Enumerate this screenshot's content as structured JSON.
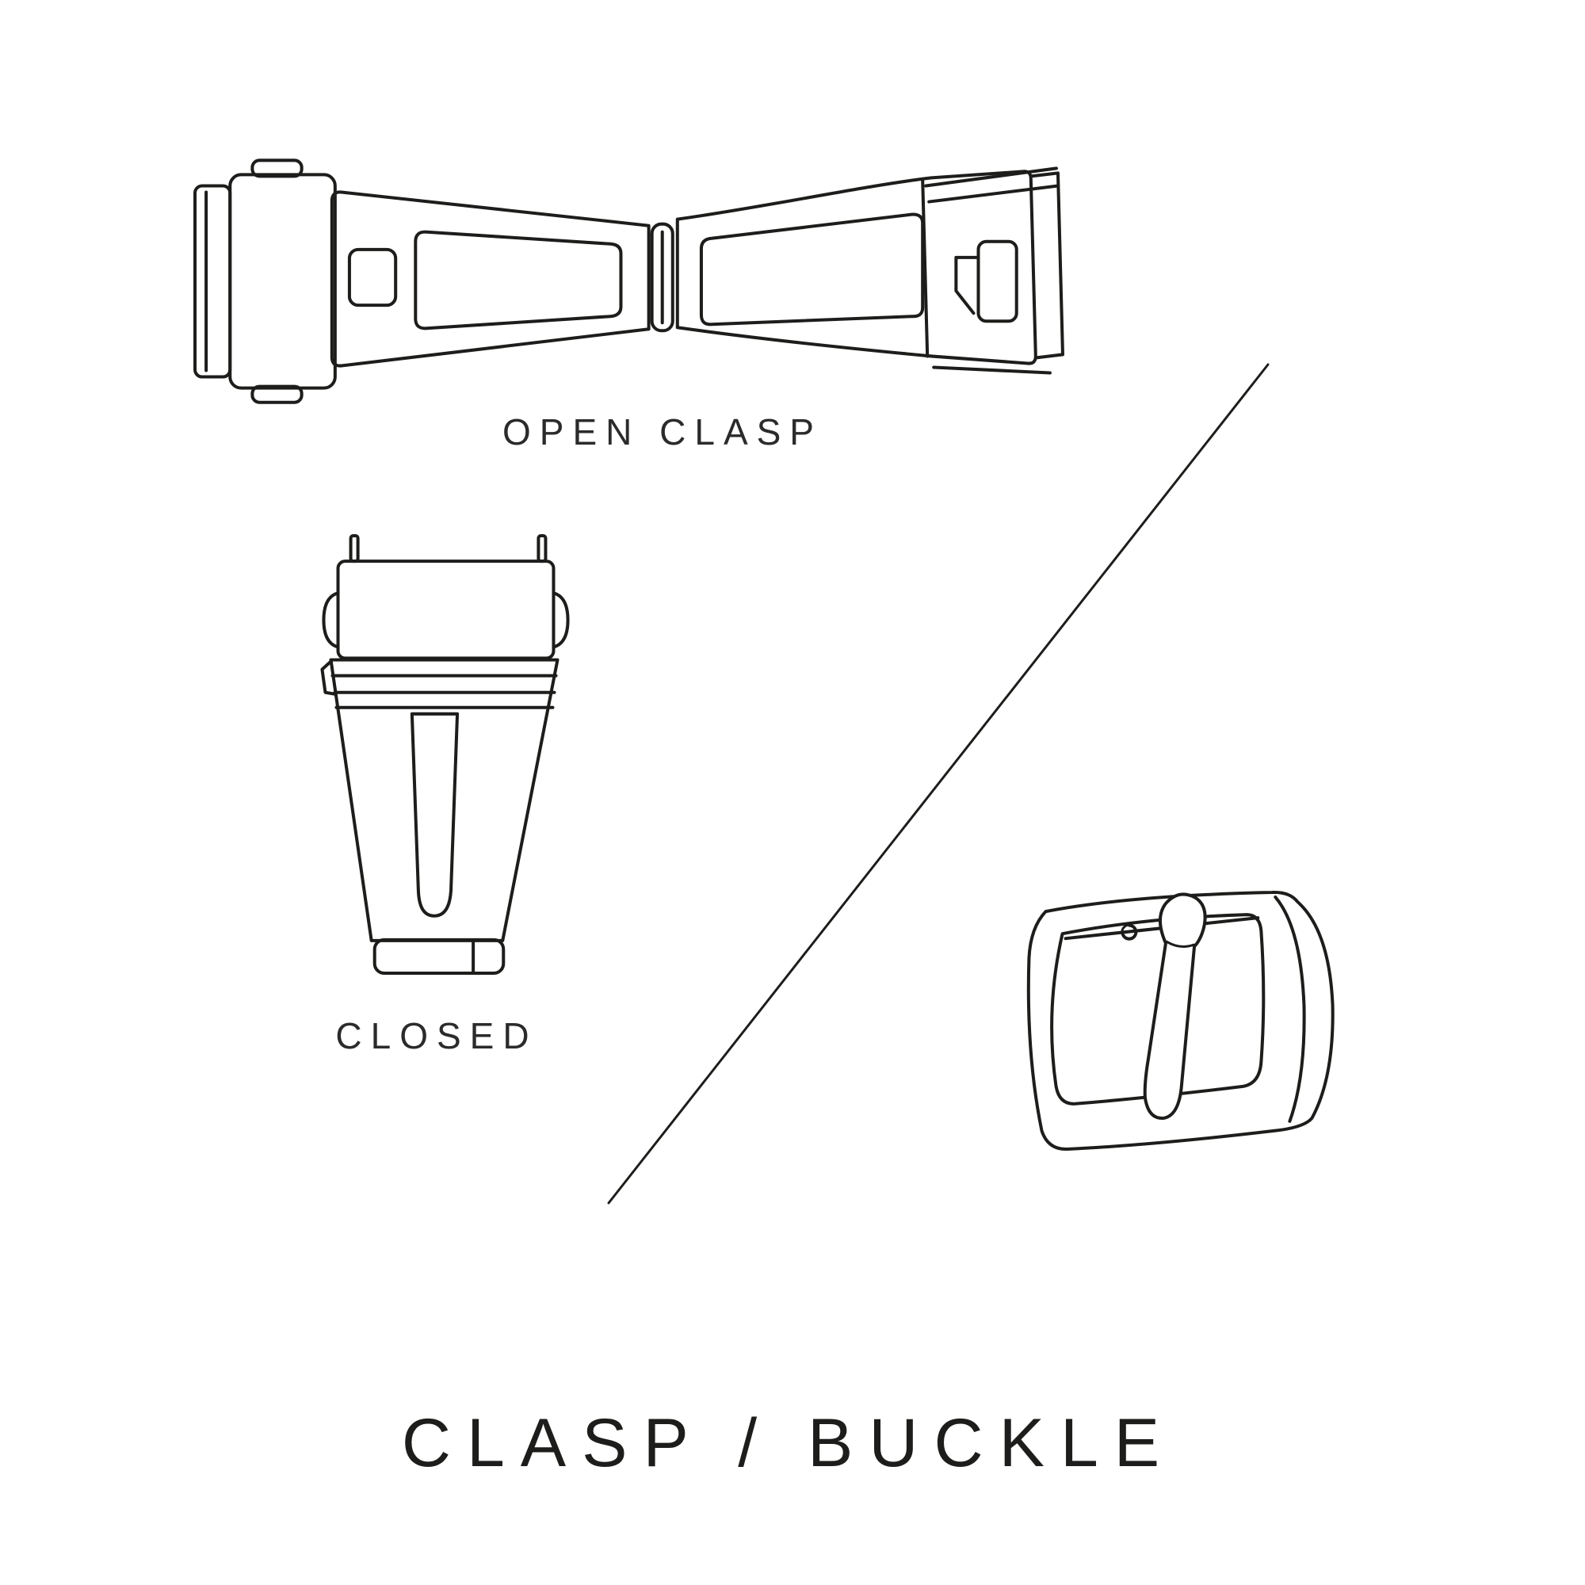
{
  "page": {
    "background_color": "#ffffff",
    "ink_color": "#1d1d1b"
  },
  "labels": {
    "open_clasp": "OPEN CLASP",
    "closed": "CLOSED",
    "title": "CLASP / BUCKLE"
  },
  "illustrations": {
    "open_clasp": "open deployant watch clasp, top view",
    "closed_clasp": "closed watch clasp, top view",
    "buckle": "tang buckle, perspective view",
    "divider": "diagonal divider line"
  }
}
